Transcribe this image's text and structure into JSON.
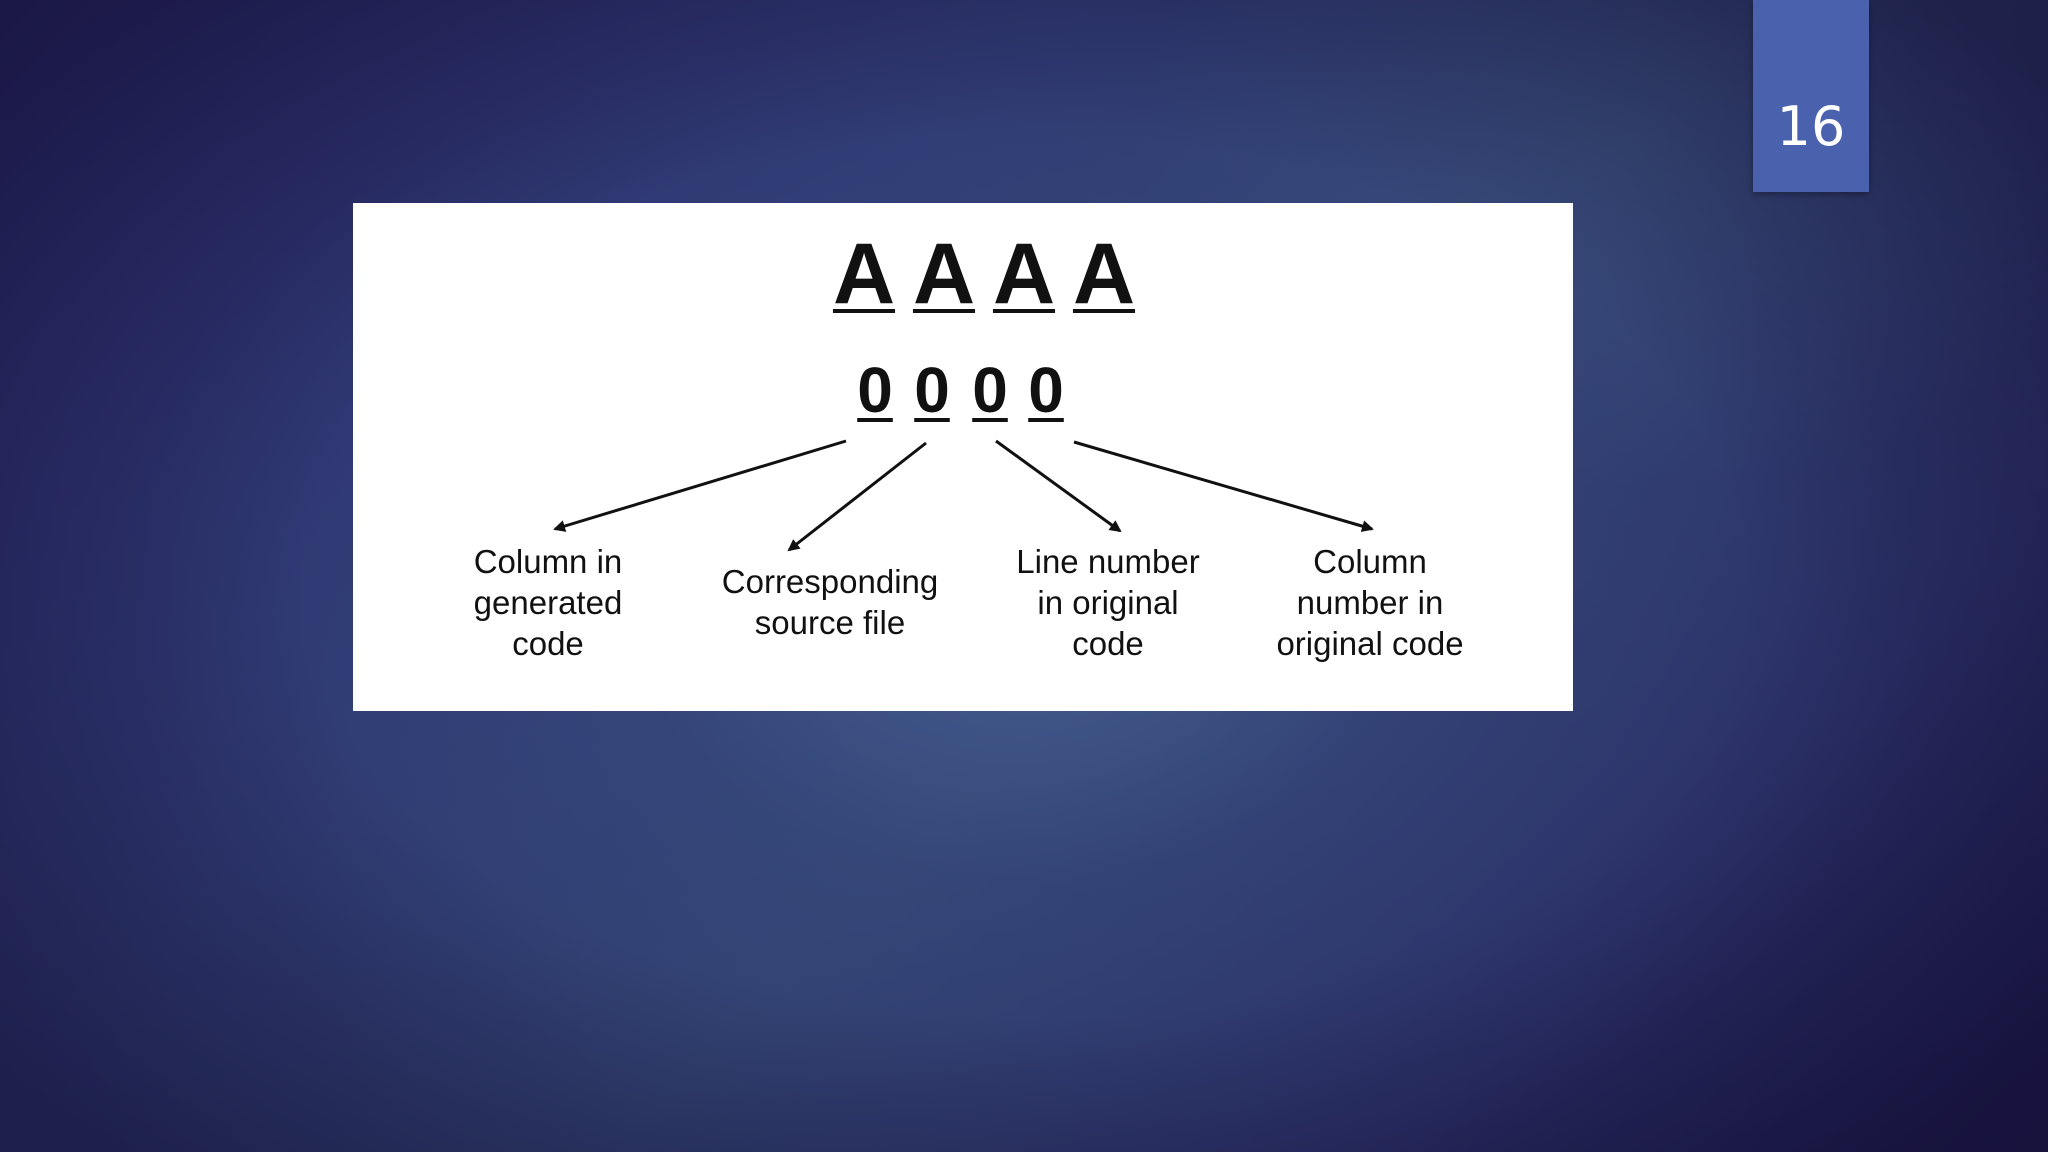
{
  "slide": {
    "number": "16"
  },
  "diagram": {
    "top_letters": [
      "A",
      "A",
      "A",
      "A"
    ],
    "digits": [
      "0",
      "0",
      "0",
      "0"
    ],
    "labels": [
      "Column in\ngenerated\ncode",
      "Corresponding\nsource file",
      "Line number\nin original\ncode",
      "Column\nnumber in\noriginal code"
    ],
    "colors": {
      "panel": "#ffffff",
      "ink": "#111111",
      "badge": "#4a62ae"
    }
  }
}
